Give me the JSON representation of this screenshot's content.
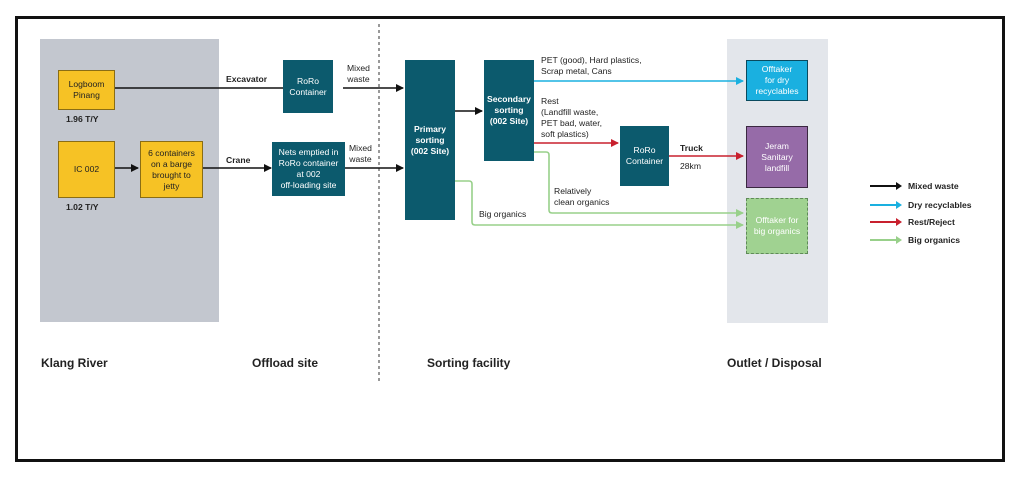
{
  "colors": {
    "mixed_waste": "#111111",
    "dry_recyclables": "#1ab0e0",
    "rest_reject": "#c8202e",
    "big_organics": "#98d08a"
  },
  "stages": {
    "klang_river": "Klang River",
    "offload_site": "Offload site",
    "sorting_facility": "Sorting facility",
    "outlet_disposal": "Outlet / Disposal"
  },
  "nodes": {
    "logboom": "Logboom\nPinang",
    "logboom_rate": "1.96 T/Y",
    "ic002": "IC 002",
    "ic002_rate": "1.02 T/Y",
    "barge": "6 containers\non a barge\nbrought to\njetty",
    "roro_top": "RoRo\nContainer",
    "nets": "Nets emptied in\nRoRo container\nat 002\noff-loading site",
    "primary": "Primary\nsorting\n(002 Site)",
    "secondary": "Secondary\nsorting\n(002 Site)",
    "roro_mid": "RoRo\nContainer",
    "offtaker_dry": "Offtaker\nfor dry\nrecyclables",
    "jeram": "Jeram\nSanitary\nlandfill",
    "offtaker_org": "Offtaker for\nbig organics"
  },
  "edge_labels": {
    "excavator": "Excavator",
    "crane": "Crane",
    "mixed_waste_top": "Mixed\nwaste",
    "mixed_waste_bottom": "Mixed\nwaste",
    "pet_good": "PET (good), Hard plastics,\nScrap metal, Cans",
    "rest": "Rest\n(Landfill waste,\nPET bad, water,\nsoft plastics)",
    "truck": "Truck",
    "distance": "28km",
    "relatively_clean": "Relatively\nclean organics",
    "big_organics": "Big organics"
  },
  "legend": [
    {
      "label": "Mixed waste",
      "color": "#111111"
    },
    {
      "label": "Dry recyclables",
      "color": "#1ab0e0"
    },
    {
      "label": "Rest/Reject",
      "color": "#c8202e"
    },
    {
      "label": "Big organics",
      "color": "#98d08a"
    }
  ]
}
